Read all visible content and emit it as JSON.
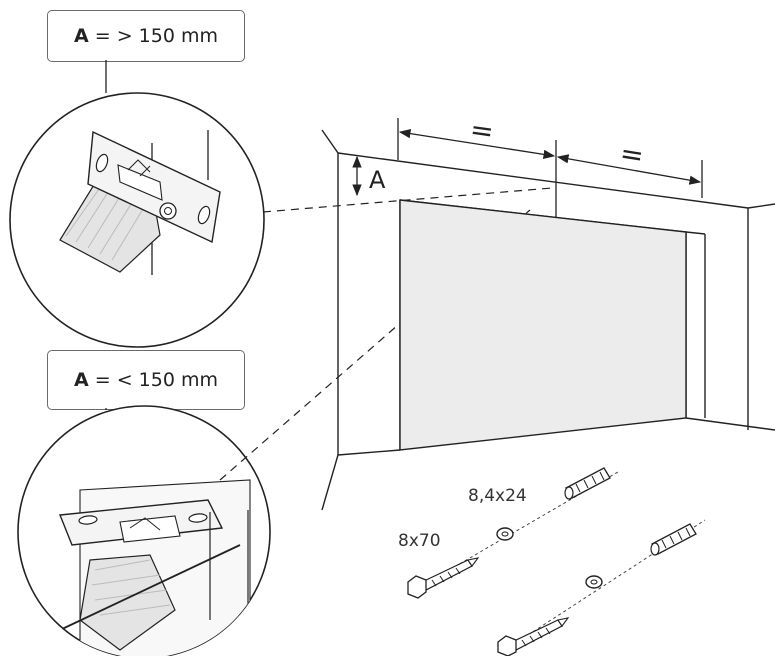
{
  "labels": {
    "box_top_letter": "A",
    "box_top_rest": "= > 150 mm",
    "box_bottom_letter": "A",
    "box_bottom_rest": "= < 150 mm",
    "dimension_a": "A",
    "equal_left": "=",
    "equal_right": "=",
    "anchor_size": "8,4x24",
    "screw_size": "8x70"
  },
  "colors": {
    "line": "#222222",
    "panel_fill": "#ececec",
    "bracket_fill": "#f4f4f4",
    "hatch_fill": "#e6e6e6"
  }
}
